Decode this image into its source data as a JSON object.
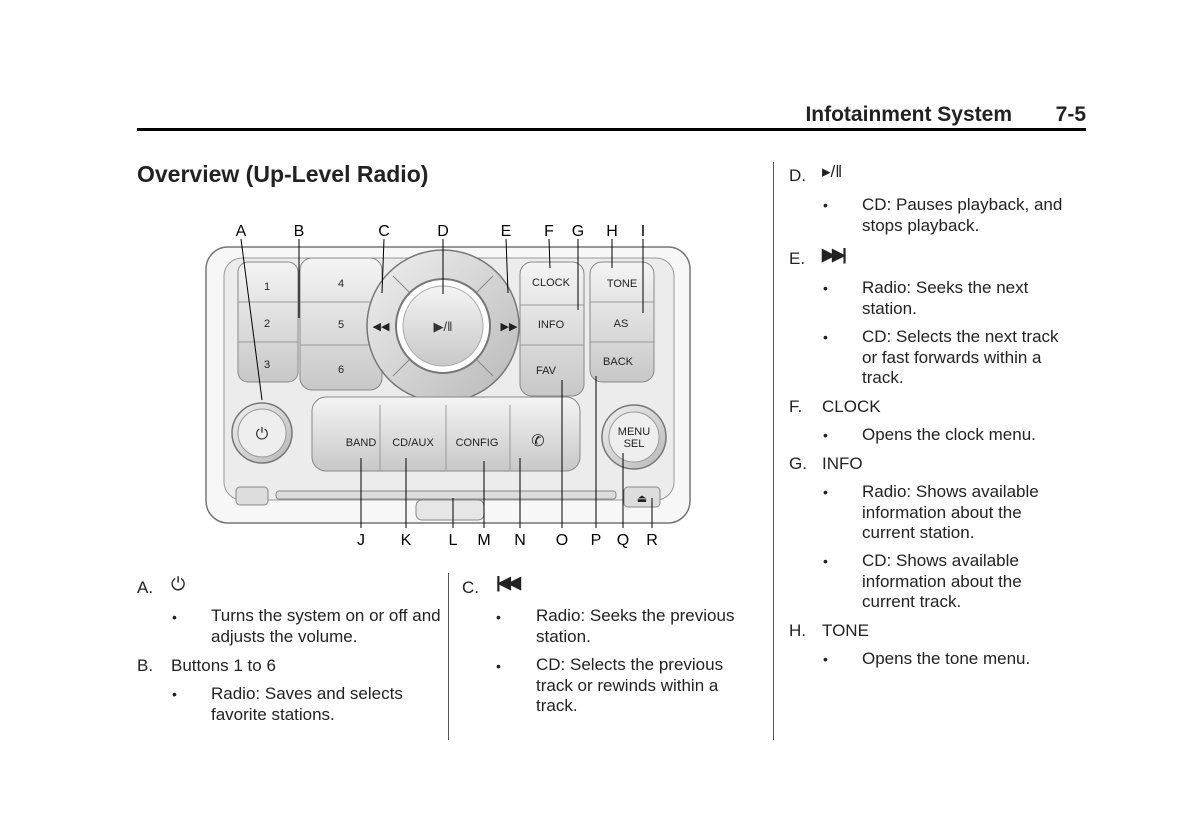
{
  "header": {
    "title": "Infotainment System",
    "page": "7-5"
  },
  "section_title": "Overview (Up-Level Radio)",
  "diagram": {
    "callouts": [
      "A",
      "B",
      "C",
      "D",
      "E",
      "F",
      "G",
      "H",
      "I",
      "J",
      "K",
      "L",
      "M",
      "N",
      "O",
      "P",
      "Q",
      "R"
    ],
    "buttons": {
      "b1": "1",
      "b2": "2",
      "b3": "3",
      "b4": "4",
      "b5": "5",
      "b6": "6",
      "clock": "CLOCK",
      "info": "INFO",
      "fav": "FAV",
      "tone": "TONE",
      "as": "AS",
      "back": "BACK",
      "band": "BAND",
      "cdaux": "CD/AUX",
      "config": "CONFIG",
      "menu1": "MENU",
      "menu2": "SEL"
    }
  },
  "items": [
    {
      "id": "A",
      "label": "A.",
      "icon": "power-icon",
      "bullets": [
        "Turns the system on or off and adjusts the volume."
      ]
    },
    {
      "id": "B",
      "label": "B.",
      "text": "Buttons 1 to 6",
      "bullets": [
        "Radio: Saves and selects favorite stations."
      ]
    },
    {
      "id": "C",
      "label": "C.",
      "icon": "seek-back-icon",
      "bullets": [
        "Radio: Seeks the previous station.",
        "CD: Selects the previous track or rewinds within a track."
      ]
    },
    {
      "id": "D",
      "label": "D.",
      "icon": "play-pause-icon",
      "bullets": [
        "CD: Pauses playback, and stops playback."
      ]
    },
    {
      "id": "E",
      "label": "E.",
      "icon": "seek-forward-icon",
      "bullets": [
        "Radio: Seeks the next station.",
        "CD: Selects the next track or fast forwards within a track."
      ]
    },
    {
      "id": "F",
      "label": "F.",
      "text": "CLOCK",
      "bullets": [
        "Opens the clock menu."
      ]
    },
    {
      "id": "G",
      "label": "G.",
      "text": "INFO",
      "bullets": [
        "Radio: Shows available information about the current station.",
        "CD: Shows available information about the current track."
      ]
    },
    {
      "id": "H",
      "label": "H.",
      "text": "TONE",
      "bullets": [
        "Opens the tone menu."
      ]
    }
  ],
  "bullet_glyph": "•"
}
